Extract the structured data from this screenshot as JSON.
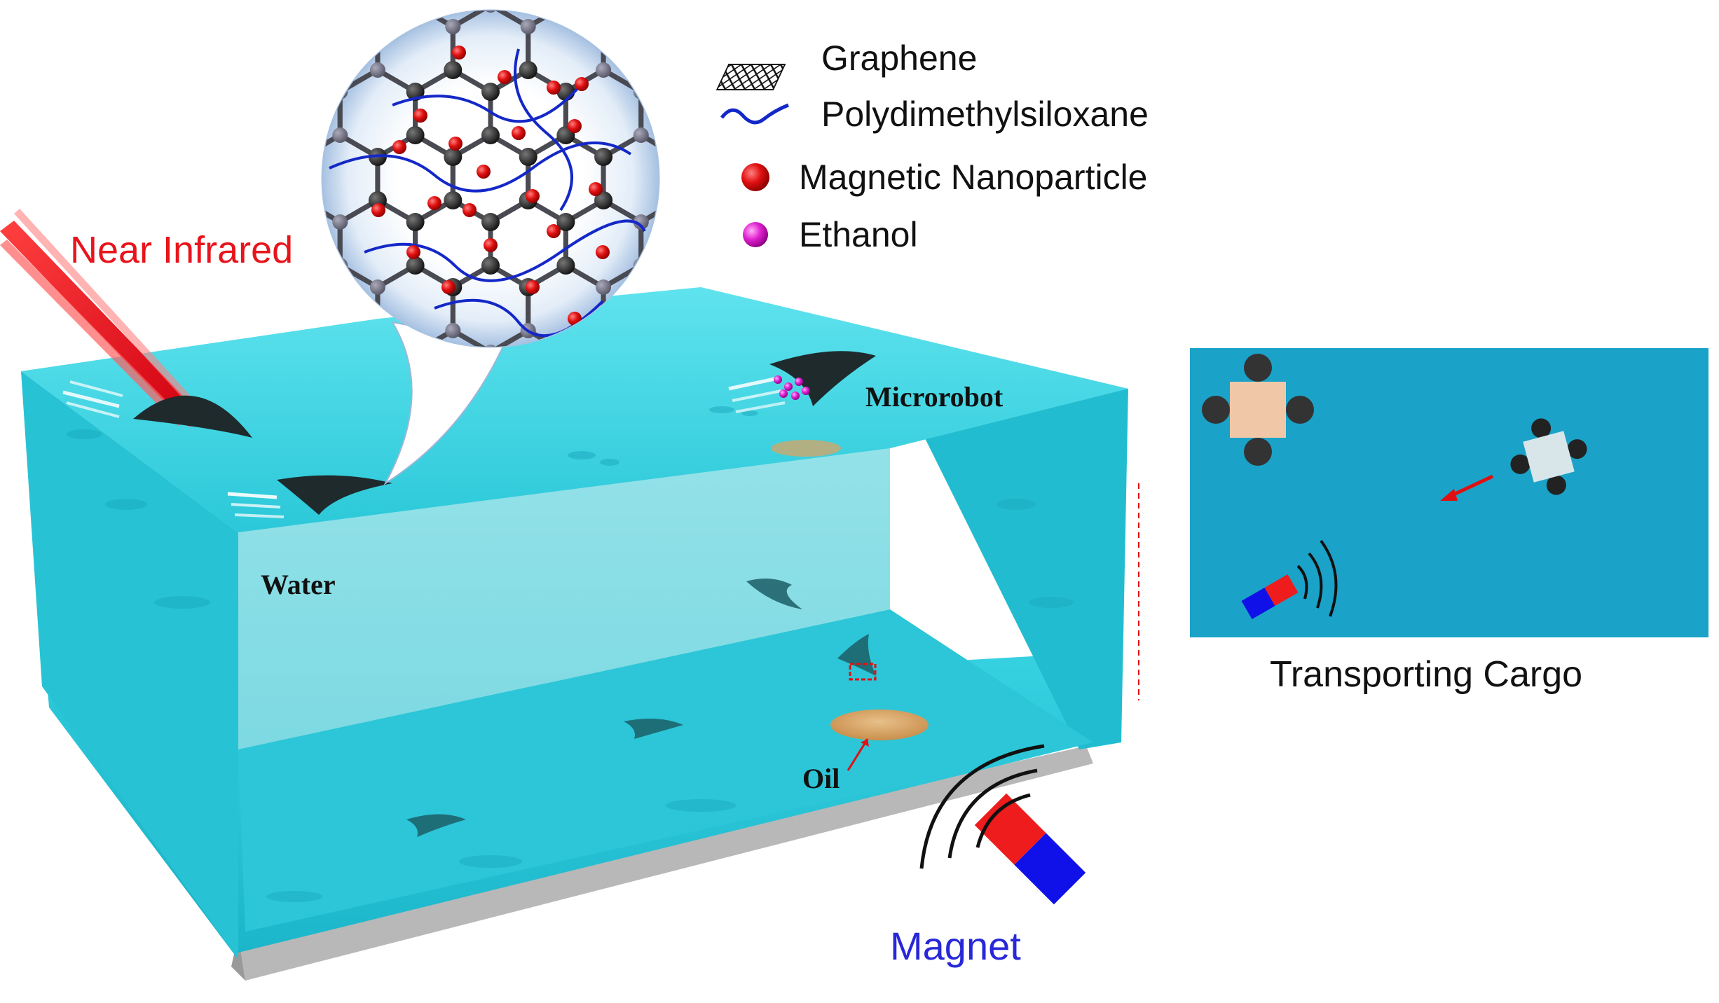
{
  "legend": {
    "items": [
      {
        "label": "Graphene",
        "icon": "graphene-sheet-icon"
      },
      {
        "label": "Polydimethylsiloxane",
        "icon": "wavy-line-icon"
      },
      {
        "label": "Magnetic Nanoparticle",
        "icon": "red-sphere-icon"
      },
      {
        "label": "Ethanol",
        "icon": "magenta-sphere-icon"
      }
    ]
  },
  "labels": {
    "near_infrared": "Near Infrared",
    "microrobot": "Microrobot",
    "water": "Water",
    "oil": "Oil",
    "magnet": "Magnet",
    "inset_caption": "Transporting Cargo"
  },
  "colors": {
    "water": "#2fd0e0",
    "water_dark": "#12a9bd",
    "laser": "#e8141c",
    "robot": "#1e2a2c",
    "nanoparticle": "#e01010",
    "ethanol": "#e020d0",
    "pdms": "#1428c8",
    "magnet_north": "#ee1c1c",
    "magnet_south": "#1010e8",
    "oil": "#d8a86a",
    "inset_bg": "#1aa2c8",
    "near_infrared_text": "#e8141c",
    "magnet_text": "#2828d8"
  }
}
